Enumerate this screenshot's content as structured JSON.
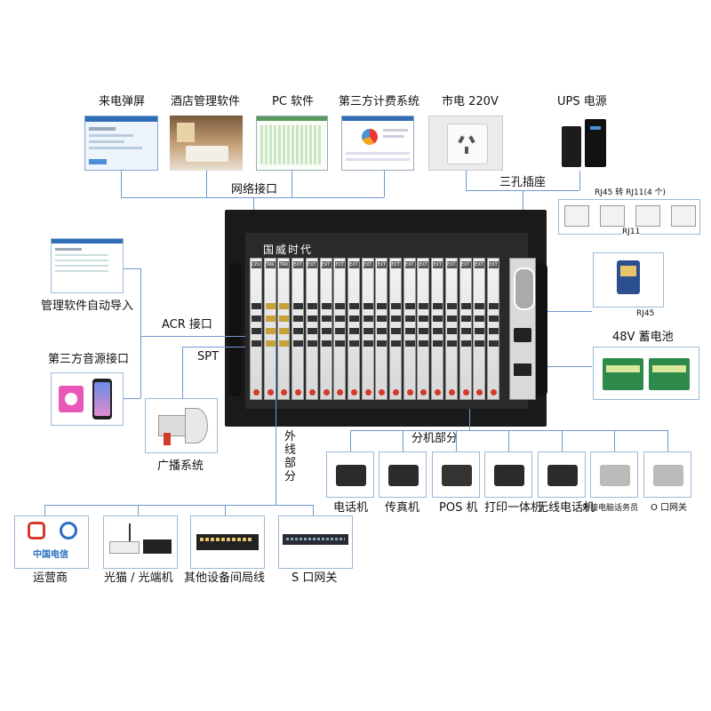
{
  "top_labels": {
    "incoming_popup": "来电弹屏",
    "hotel_software": "酒店管理软件",
    "pc_software": "PC 软件",
    "billing_system": "第三方计费系统",
    "mains_power": "市电 220V",
    "ups_power": "UPS 电源"
  },
  "network_interface": "网络接口",
  "three_hole_socket": "三孔插座",
  "rj45_to_rj11": "RJ45 转 RJ11(4 个)",
  "rj11": "RJ11",
  "rj45": "RJ45",
  "battery": "48V 蓄电池",
  "logo": "国威时代",
  "left_labels": {
    "auto_import": "管理软件自动导入",
    "acr_interface": "ACR 接口",
    "third_party_audio": "第三方音源接口",
    "spt": "SPT",
    "broadcast": "广播系统"
  },
  "trunk_part": "外线部分",
  "extension_part": "分机部分",
  "extension_devices": [
    "电话机",
    "传真机",
    "POS 机",
    "打印一体机",
    "无线电话机",
    "外接电脑话务员",
    "O 口网关"
  ],
  "bottom_devices": [
    "运营商",
    "光猫 / 光端机",
    "其他设备间局线",
    "S 口网关"
  ],
  "card_labels": [
    "CPU",
    "TRK",
    "TRK",
    "EXT",
    "EXT",
    "EXT",
    "EXT",
    "EXT",
    "EXT",
    "EXT",
    "EXT",
    "EXT",
    "EXT",
    "EXT",
    "EXT",
    "EXT",
    "EXT",
    "EXT"
  ],
  "china_telecom": "中国电信",
  "colors": {
    "line": "#6d9ad0",
    "box_border": "#9bb9d8",
    "accent_red": "#d23a2a"
  }
}
